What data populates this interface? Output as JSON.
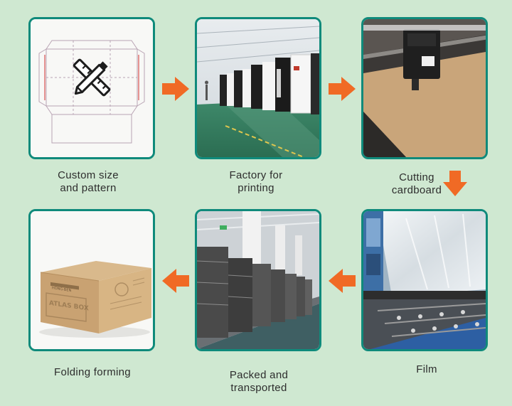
{
  "steps": [
    {
      "line1": "Custom size",
      "line2": "and pattern"
    },
    {
      "line1": "Factory for",
      "line2": "printing"
    },
    {
      "line1": "Cutting",
      "line2": "cardboard"
    },
    {
      "line1": "Film",
      "line2": ""
    },
    {
      "line1": "Packed and",
      "line2": "transported"
    },
    {
      "line1": "Folding forming",
      "line2": ""
    }
  ],
  "icons": {
    "design": "pencil-ruler-icon",
    "arrow": "orange-arrow-icon"
  },
  "box_label": {
    "brand": "HONG-BEN",
    "side_text": "ATLAS BOX"
  },
  "colors": {
    "background": "#cfe8d1",
    "card_border": "#0f8a7b",
    "arrow": "#f06a25",
    "text": "#2d2d2d"
  }
}
